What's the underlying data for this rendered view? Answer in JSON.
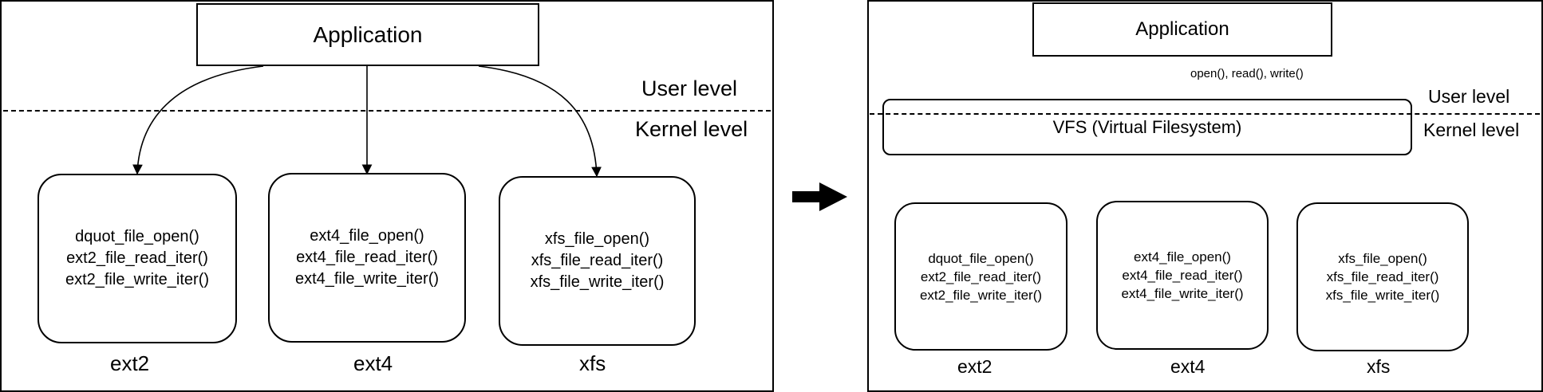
{
  "left": {
    "application_label": "Application",
    "user_level_label": "User level",
    "kernel_level_label": "Kernel level",
    "filesystems": [
      {
        "name": "ext2",
        "functions": [
          "dquot_file_open()",
          "ext2_file_read_iter()",
          "ext2_file_write_iter()"
        ]
      },
      {
        "name": "ext4",
        "functions": [
          "ext4_file_open()",
          "ext4_file_read_iter()",
          "ext4_file_write_iter()"
        ]
      },
      {
        "name": "xfs",
        "functions": [
          "xfs_file_open()",
          "xfs_file_read_iter()",
          "xfs_file_write_iter()"
        ]
      }
    ]
  },
  "right": {
    "application_label": "Application",
    "syscalls_label": "open(), read(), write()",
    "vfs_label": "VFS (Virtual Filesystem)",
    "user_level_label": "User level",
    "kernel_level_label": "Kernel level",
    "filesystems": [
      {
        "name": "ext2",
        "functions": [
          "dquot_file_open()",
          "ext2_file_read_iter()",
          "ext2_file_write_iter()"
        ]
      },
      {
        "name": "ext4",
        "functions": [
          "ext4_file_open()",
          "ext4_file_read_iter()",
          "ext4_file_write_iter()"
        ]
      },
      {
        "name": "xfs",
        "functions": [
          "xfs_file_open()",
          "xfs_file_read_iter()",
          "xfs_file_write_iter()"
        ]
      }
    ]
  },
  "colors": {
    "stroke": "#000000",
    "background": "#ffffff"
  }
}
